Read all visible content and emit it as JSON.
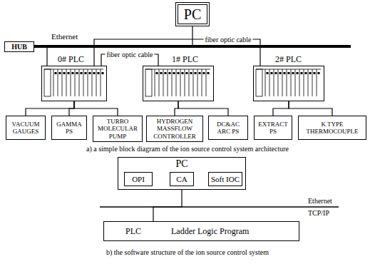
{
  "diagram": {
    "nodes": [
      {
        "text": [
          "PC"
        ]
      },
      {
        "text": [
          "HUB"
        ]
      },
      {
        "text": [
          "0# PLC"
        ]
      },
      {
        "text": [
          "1# PLC"
        ]
      },
      {
        "text": [
          "2# PLC"
        ]
      },
      {
        "text": [
          "VACUUM GAUGES"
        ]
      },
      {
        "text": [
          "GAMMA PS"
        ]
      },
      {
        "text": [
          "TURBO MOLECULAR PUMP"
        ]
      },
      {
        "text": [
          "HYDROGEN MASSFLOW CONTROLLER"
        ]
      },
      {
        "text": [
          "DC&AC ARC PS"
        ]
      },
      {
        "text": [
          "EXTRACT PS"
        ]
      },
      {
        "text": [
          "K TYPE THERMOCOUPLE"
        ]
      },
      {
        "text": [
          "PC"
        ]
      },
      {
        "text": [
          "OPI"
        ],
        "in": 12
      },
      {
        "text": [
          "CA"
        ],
        "in": 12
      },
      {
        "text": [
          "Soft IOC"
        ],
        "in": 12
      },
      {
        "text": [
          "PLC",
          "Ladder Logic Program"
        ]
      }
    ],
    "edges": [
      {
        "from": 0,
        "to": 1,
        "arrow": "none"
      },
      {
        "from": 1,
        "to": 2,
        "arrow": "none"
      },
      {
        "from": 2,
        "to": 3,
        "label": "fiber optic cable",
        "arrow": "none"
      },
      {
        "from": 2,
        "to": 4,
        "label": "fiber optic cable",
        "arrow": "none"
      },
      {
        "from": 2,
        "to": 5,
        "arrow": "none"
      },
      {
        "from": 2,
        "to": 6,
        "arrow": "none"
      },
      {
        "from": 2,
        "to": 7,
        "arrow": "none"
      },
      {
        "from": 3,
        "to": 8,
        "arrow": "none"
      },
      {
        "from": 3,
        "to": 9,
        "arrow": "none"
      },
      {
        "from": 4,
        "to": 10,
        "arrow": "none"
      },
      {
        "from": 4,
        "to": 11,
        "arrow": "none"
      },
      {
        "from": 13,
        "to": 14,
        "arrow": "none"
      },
      {
        "from": 14,
        "to": 15,
        "arrow": "none"
      },
      {
        "from": 12,
        "to": 16,
        "arrow": "none"
      }
    ],
    "labels": [
      "Ethernet",
      "a) a simple block diagram of the ion source control system architecture",
      "Ethernet",
      "TCP/IP",
      "b) the software structure of the ion source control system"
    ]
  }
}
